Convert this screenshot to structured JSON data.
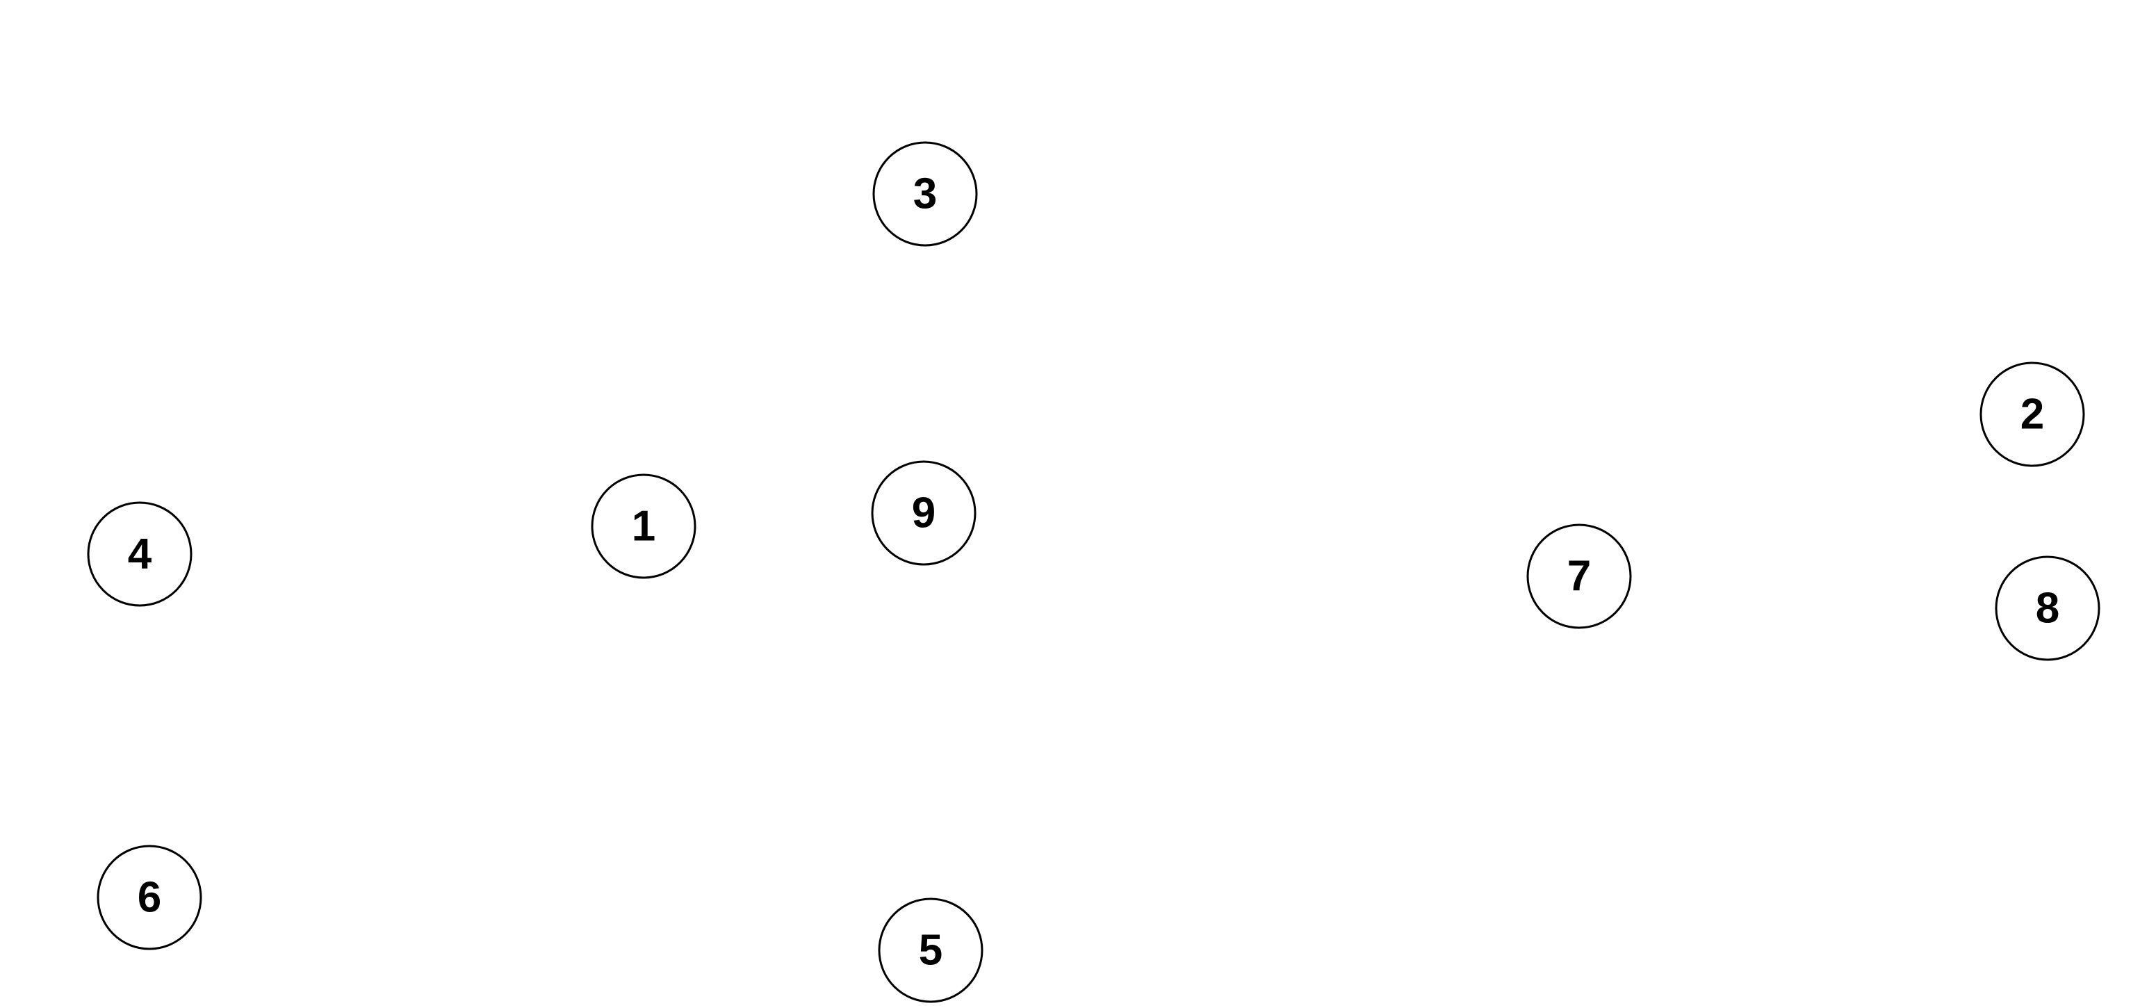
{
  "nodes": [
    {
      "id": "1",
      "label": "1"
    },
    {
      "id": "2",
      "label": "2"
    },
    {
      "id": "3",
      "label": "3"
    },
    {
      "id": "4",
      "label": "4"
    },
    {
      "id": "5",
      "label": "5"
    },
    {
      "id": "6",
      "label": "6"
    },
    {
      "id": "7",
      "label": "7"
    },
    {
      "id": "8",
      "label": "8"
    },
    {
      "id": "9",
      "label": "9"
    }
  ],
  "colors": {
    "stroke": "#000000",
    "fill": "#ffffff",
    "text": "#000000"
  }
}
